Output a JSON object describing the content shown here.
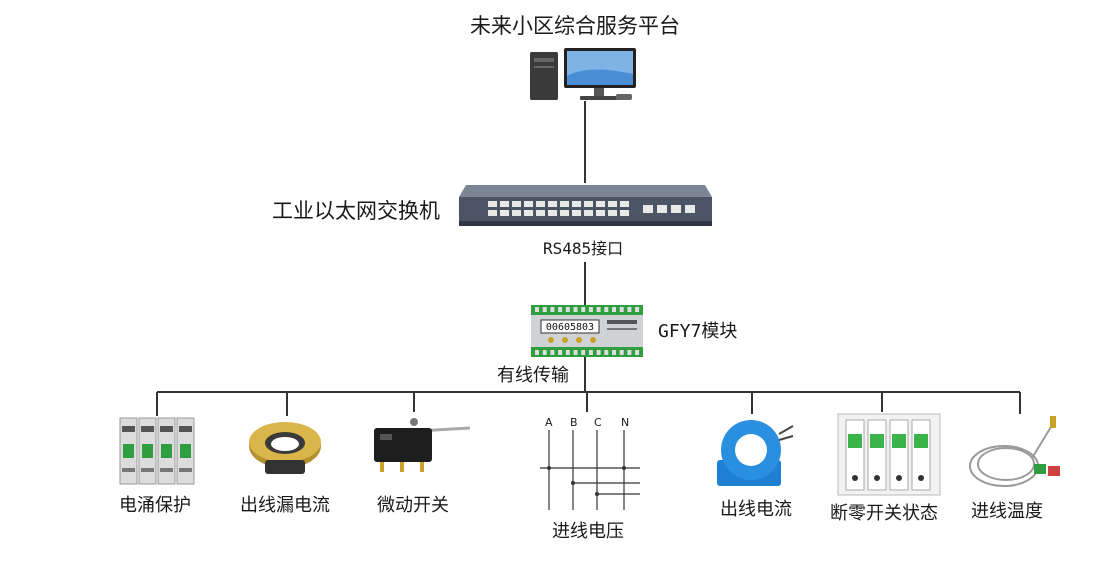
{
  "platform": {
    "title": "未来小区综合服务平台"
  },
  "switch": {
    "label": "工业以太网交换机",
    "port_label": "RS485接口"
  },
  "module": {
    "label": "GFY7模块",
    "display_digits": "00605803"
  },
  "bus": {
    "label": "有线传输"
  },
  "devices": [
    {
      "label": "电涌保护"
    },
    {
      "label": "出线漏电流"
    },
    {
      "label": "微动开关"
    },
    {
      "label": "进线电压",
      "phases": [
        "A",
        "B",
        "C",
        "N"
      ]
    },
    {
      "label": "出线电流"
    },
    {
      "label": "断零开关状态"
    },
    {
      "label": "进线温度"
    }
  ],
  "colors": {
    "line": "#333333",
    "module_green": "#2e9e3e",
    "ct_blue": "#1f7fd0",
    "breaker_green": "#3bb54a"
  }
}
